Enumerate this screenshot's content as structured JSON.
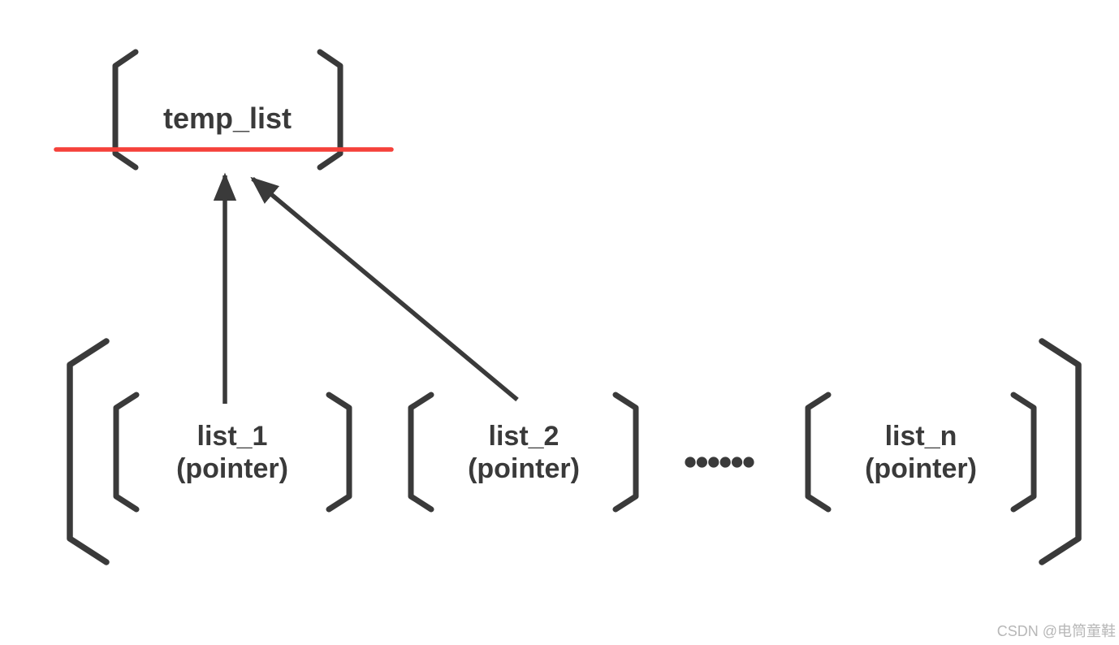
{
  "colors": {
    "ink": "#3a3a3a",
    "strike_red": "#f5413a",
    "watermark": "#b7b7b7",
    "background": "#ffffff"
  },
  "diagram": {
    "temp_node": {
      "label": "temp_list",
      "struck_out": true
    },
    "outer_list": {
      "items": [
        {
          "label": "list_1",
          "sublabel": "(pointer)"
        },
        {
          "label": "list_2",
          "sublabel": "(pointer)"
        },
        {
          "label": "list_n",
          "sublabel": "(pointer)"
        }
      ],
      "ellipsis": "......"
    },
    "arrows": [
      {
        "from": "list_1",
        "to": "temp_list",
        "style": "straight-up"
      },
      {
        "from": "list_2",
        "to": "temp_list",
        "style": "diagonal"
      }
    ]
  },
  "watermark": {
    "text": "CSDN @电筒童鞋"
  }
}
